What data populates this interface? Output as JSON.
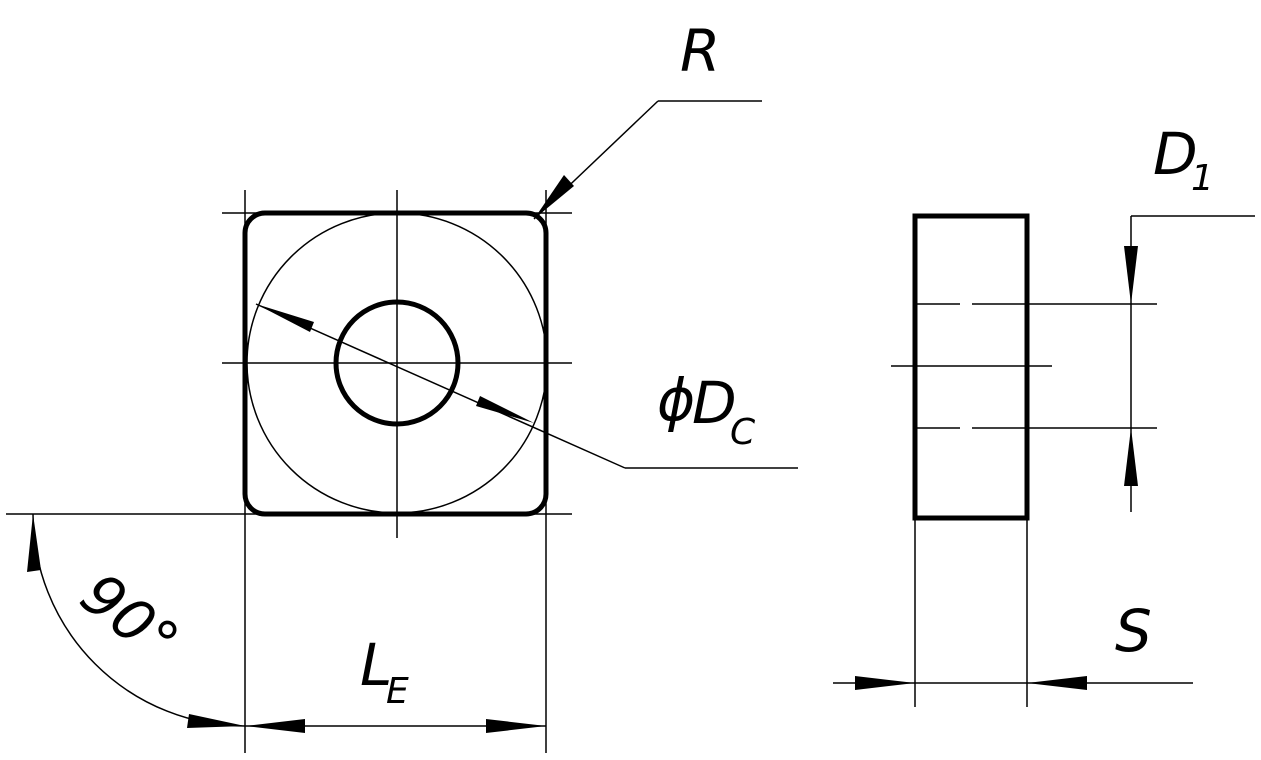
{
  "labels": {
    "radius": "R",
    "diameter_symbol": "ϕ",
    "diameter_main": "D",
    "diameter_sub": "C",
    "hole_main": "D",
    "hole_sub": "1",
    "length_main": "L",
    "length_sub": "E",
    "thickness": "S",
    "angle": "90°"
  }
}
